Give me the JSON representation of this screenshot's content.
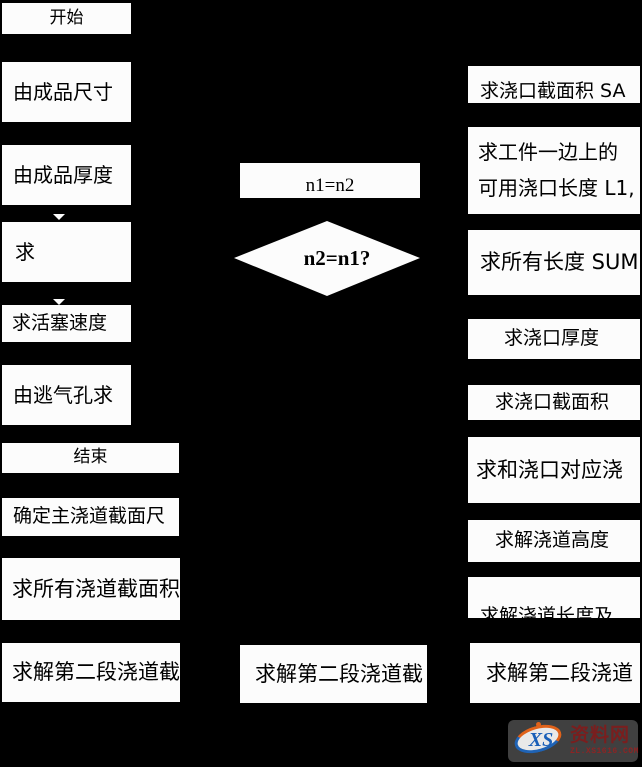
{
  "colors": {
    "background": "#000000",
    "box_fill": "#fcfcfc",
    "box_text": "#000000",
    "watermark_panel": "#404040",
    "watermark_xs_blue": "#1a5fb8",
    "watermark_swoosh_orange": "#e0621a",
    "watermark_swoosh_blue": "#1f63b5",
    "watermark_name_red": "#7a1e1e",
    "watermark_url_red": "#8d2424"
  },
  "flowchart": {
    "left": [
      {
        "label": "开始"
      },
      {
        "label": "由成品尺寸"
      },
      {
        "label": "由成品厚度"
      },
      {
        "label": "求"
      },
      {
        "label": "求活塞速度"
      },
      {
        "label": "由逃气孔求"
      },
      {
        "label": "结束"
      },
      {
        "label": "确定主浇道截面尺"
      },
      {
        "label": "求所有浇道截面积"
      },
      {
        "label": "求解第二段浇道截"
      }
    ],
    "middle": {
      "assign_box": "n1=n2",
      "decision": "n2=n1?",
      "bottom_box": "求解第二段浇道截"
    },
    "right": [
      {
        "label": "求浇口截面积 SA"
      },
      {
        "lines": [
          "求工件一边上的",
          "可用浇口长度 L1,"
        ]
      },
      {
        "label": "求所有长度 SUM"
      },
      {
        "label": "求浇口厚度"
      },
      {
        "label": "求浇口截面积"
      },
      {
        "label": "求和浇口对应浇"
      },
      {
        "label": "求解浇道高度"
      },
      {
        "label": "求解浇道长度及"
      },
      {
        "label": "求解第二段浇道"
      }
    ]
  },
  "watermark": {
    "logo_text": "XS",
    "site_name": "资料网",
    "site_url": "ZL.XS1616.COM"
  }
}
